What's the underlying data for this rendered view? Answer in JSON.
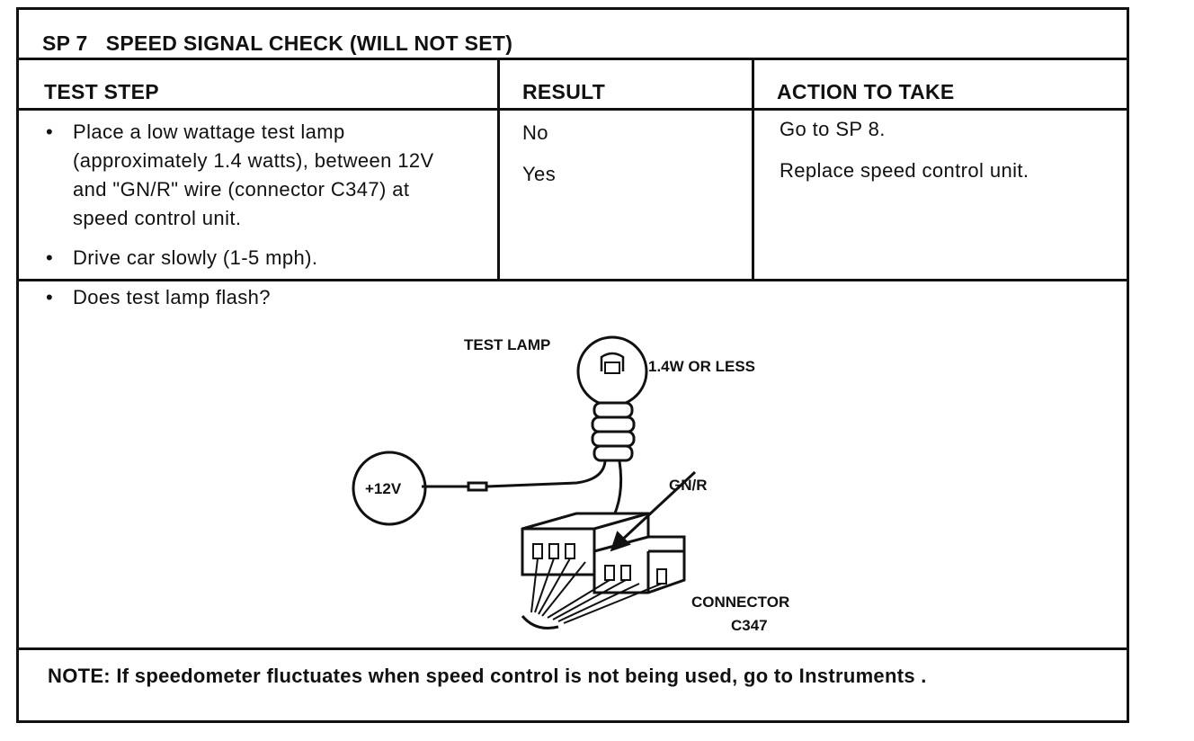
{
  "title": "SP 7   SPEED SIGNAL CHECK (WILL NOT SET)",
  "columns": {
    "test_step": "TEST STEP",
    "result": "RESULT",
    "action": "ACTION TO TAKE"
  },
  "steps": [
    "Place a low wattage test lamp (approximately 1.4 watts), between 12V and \"GN/R\" wire (connector C347) at speed control unit.",
    "Drive car slowly (1-5 mph).",
    "Does test lamp flash?"
  ],
  "results": [
    "No",
    "Yes"
  ],
  "actions": [
    "Go to SP 8.",
    "Replace speed control unit."
  ],
  "diagram": {
    "test_lamp_label": "TEST LAMP",
    "wattage_label": "1.4W OR LESS",
    "voltage_label": "+12V",
    "wire_label": "GN/R",
    "connector_label_1": "CONNECTOR",
    "connector_label_2": "C347"
  },
  "note": "NOTE: If speedometer fluctuates when speed control is not being used, go to Instruments ."
}
